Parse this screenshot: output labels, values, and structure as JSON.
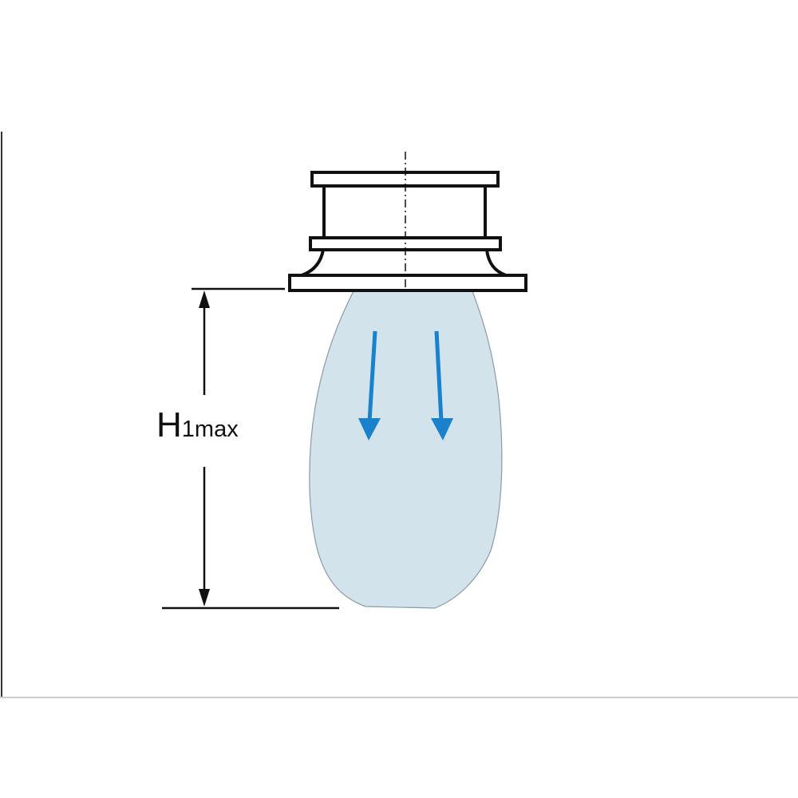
{
  "diagram": {
    "dimension_label": {
      "main": "H",
      "subscript": "1max"
    },
    "colors": {
      "outline": "#111111",
      "plume_fill": "#d2e3ec",
      "plume_edge": "#8a9aa6",
      "flow_arrow": "#1a82cc",
      "frame": "#333333"
    },
    "icons": [
      "flow-arrow-down",
      "flow-arrow-down"
    ]
  }
}
